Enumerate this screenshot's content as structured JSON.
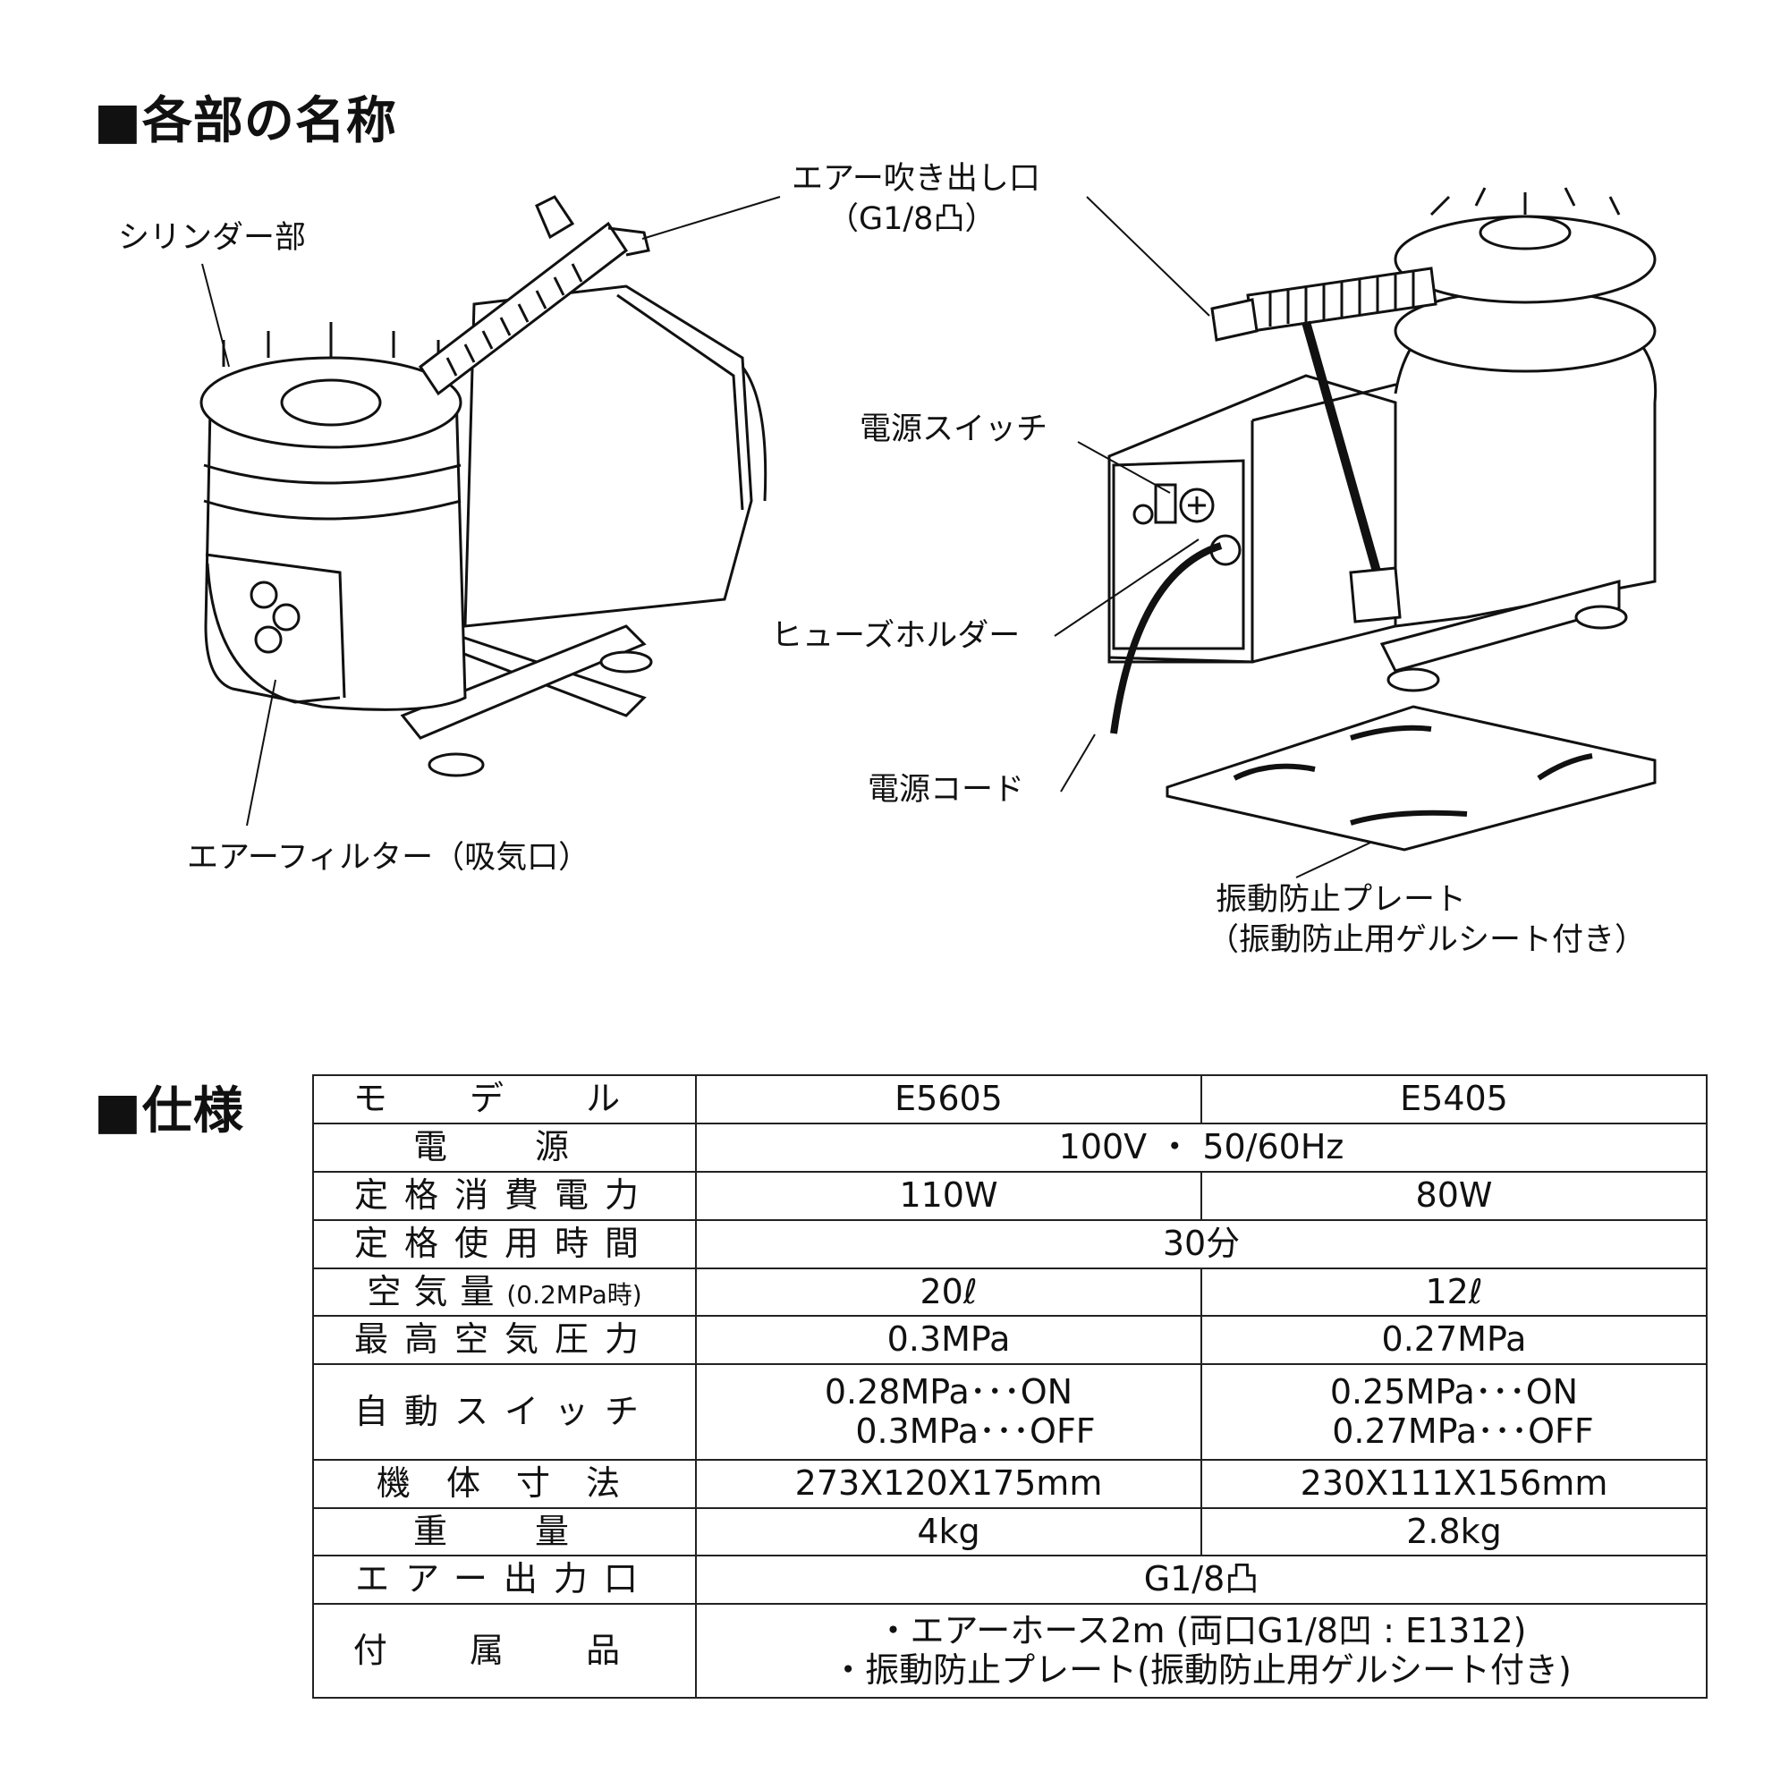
{
  "headings": {
    "parts": "■各部の名称",
    "spec": "■仕様"
  },
  "parts_labels": {
    "air_outlet": "エアー吹き出し口",
    "air_outlet_sub": "（G1/8凸）",
    "cylinder": "シリンダー部",
    "power_switch": "電源スイッチ",
    "fuse_holder": "ヒューズホルダー",
    "power_cord": "電源コード",
    "air_filter": "エアーフィルター（吸気口）",
    "plate": "振動防止プレート",
    "plate_sub": "（振動防止用ゲルシート付き）"
  },
  "spec": {
    "model": {
      "label": "モ デ ル",
      "e5605": "E5605",
      "e5405": "E5405"
    },
    "power": {
      "label": "電　源",
      "value": "100V ・ 50/60Hz"
    },
    "consumption": {
      "label": "定格消費電力",
      "e5605": "110W",
      "e5405": "80W"
    },
    "rated_time": {
      "label": "定格使用時間",
      "value": "30分"
    },
    "air_volume": {
      "label": "空気量",
      "label_note": "(0.2MPa時)",
      "e5605": "20ℓ",
      "e5405": "12ℓ"
    },
    "max_pressure": {
      "label": "最高空気圧力",
      "e5605": "0.3MPa",
      "e5405": "0.27MPa"
    },
    "auto_switch": {
      "label": "自動スイッチ",
      "e5605_on": "0.28MPa･･･ON",
      "e5605_off": "0.3MPa･･･OFF",
      "e5405_on": "0.25MPa･･･ON",
      "e5405_off": "0.27MPa･･･OFF"
    },
    "dimensions": {
      "label": "機 体 寸 法",
      "e5605": "273X120X175mm",
      "e5405": "230X111X156mm"
    },
    "weight": {
      "label": "重　量",
      "e5605": "4kg",
      "e5405": "2.8kg"
    },
    "air_output": {
      "label": "エアー出力口",
      "value": "G1/8凸"
    },
    "accessories": {
      "label": "付 属 品",
      "item1": "・エアーホース2m (両口G1/8凹 : E1312)",
      "item2": "・振動防止プレート(振動防止用ゲルシート付き)"
    }
  }
}
